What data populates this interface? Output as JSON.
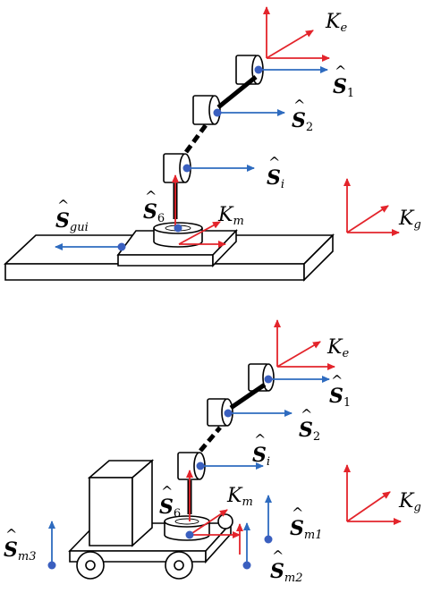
{
  "colors": {
    "red": "#e3242b",
    "blue": "#2e6bbf",
    "dot": "#3a5fbf",
    "link": "#000000"
  },
  "top_scene": {
    "labels": {
      "ke_main": "K",
      "ke_sub": "e",
      "s1_main": "S",
      "s1_sub": "1",
      "s2_main": "S",
      "s2_sub": "2",
      "si_main": "S",
      "si_sub": "i",
      "s6_main": "S",
      "s6_sub": "6",
      "km_main": "K",
      "km_sub": "m",
      "sgui_main": "S",
      "sgui_sub": "gui",
      "kg_main": "K",
      "kg_sub": "g"
    }
  },
  "bottom_scene": {
    "labels": {
      "ke_main": "K",
      "ke_sub": "e",
      "s1_main": "S",
      "s1_sub": "1",
      "s2_main": "S",
      "s2_sub": "2",
      "si_main": "S",
      "si_sub": "i",
      "s6_main": "S",
      "s6_sub": "6",
      "km_main": "K",
      "km_sub": "m",
      "sm1_main": "S",
      "sm1_sub": "m1",
      "sm2_main": "S",
      "sm2_sub": "m2",
      "sm3_main": "S",
      "sm3_sub": "m3",
      "kg_main": "K",
      "kg_sub": "g"
    }
  }
}
